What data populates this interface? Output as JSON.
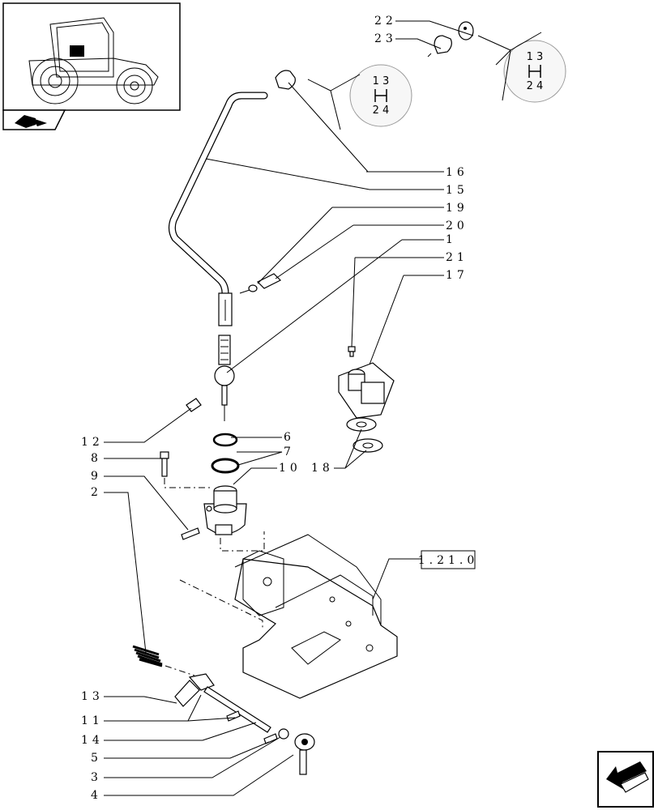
{
  "callouts": [
    {
      "id": "c22",
      "label": "22"
    },
    {
      "id": "c23",
      "label": "23"
    },
    {
      "id": "c16",
      "label": "16"
    },
    {
      "id": "c15",
      "label": "15"
    },
    {
      "id": "c19",
      "label": "19"
    },
    {
      "id": "c20",
      "label": "20"
    },
    {
      "id": "c1",
      "label": "1"
    },
    {
      "id": "c21",
      "label": "21"
    },
    {
      "id": "c17",
      "label": "17"
    },
    {
      "id": "c12",
      "label": "12"
    },
    {
      "id": "c6",
      "label": "6"
    },
    {
      "id": "c8",
      "label": "8"
    },
    {
      "id": "c7",
      "label": "7"
    },
    {
      "id": "c9",
      "label": "9"
    },
    {
      "id": "c10",
      "label": "10"
    },
    {
      "id": "c18",
      "label": "18"
    },
    {
      "id": "c2",
      "label": "2"
    },
    {
      "id": "c13",
      "label": "13"
    },
    {
      "id": "c11",
      "label": "11"
    },
    {
      "id": "c14",
      "label": "14"
    },
    {
      "id": "c5",
      "label": "5"
    },
    {
      "id": "c3",
      "label": "3"
    },
    {
      "id": "c4",
      "label": "4"
    }
  ],
  "reference_box": {
    "label": "1.21.0"
  },
  "knob_pattern": {
    "top": "1 3",
    "bottom": "2 4"
  },
  "icons": {
    "thumbnail": "tractor-thumbnail-icon",
    "section": "section-book-icon",
    "nav": "next-page-arrow-icon"
  }
}
